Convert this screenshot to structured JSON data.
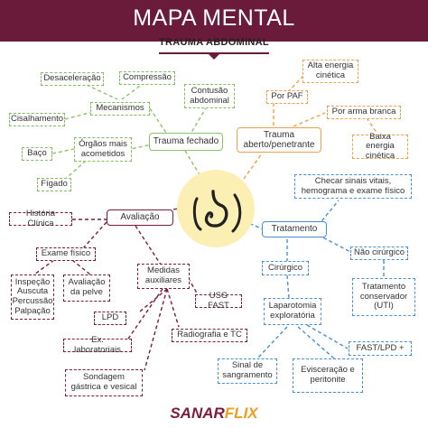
{
  "header": {
    "title": "MAPA MENTAL",
    "subtitle": "TRAUMA ABDOMINAL"
  },
  "colors": {
    "header_bg": "#6b1b3a",
    "green": "#8cc46a",
    "orange": "#f0a04b",
    "blue": "#4a8fd3",
    "maroon": "#7a1d3c",
    "center_bg": "#fbefb4"
  },
  "center": {
    "icon": "stomach-icon"
  },
  "trauma_fechado": {
    "label": "Trauma fechado",
    "mecanismos": "Mecanismos",
    "desaceleracao": "Desaceleração",
    "compressao": "Compressão",
    "cisalhamento": "Cisalhamento",
    "contusao": "Contusão\nabdominal",
    "orgaos": "Órgãos mais\nacometidos",
    "baco": "Baço",
    "figado": "Fígado"
  },
  "trauma_aberto": {
    "label": "Trauma\naberto/penetrante",
    "por_paf": "Por PAF",
    "alta_energia": "Alta energia\ncinética",
    "arma_branca": "Por arma branca",
    "baixa_energia": "Baixa energia\ncinética"
  },
  "tratamento": {
    "label": "Tratamento",
    "checar": "Checar sinais vitais,\nhemograma e exame físico",
    "nao_cirurgico": "Não cirúrgico",
    "conservador": "Tratamento\nconservador\n(UTI)",
    "cirurgico": "Cirúrgico",
    "laparotomia": "Laparotomia\nexploratória",
    "fast_lpd": "FAST/LPD +",
    "sangramento": "Sinal de\nsangramento",
    "evisceracao": "Evisceração e\nperitonite"
  },
  "avaliacao": {
    "label": "Avaliação",
    "historia": "História Clínica",
    "exame_fisico": "Exame físico",
    "inspecao": "Inspeção\nAuscuta\nPercussão\nPalpação",
    "avaliacao_pelve": "Avaliação\nda pelve",
    "medidas": "Medidas\nauxiliares",
    "usg": "USG FAST",
    "lpd": "LPD",
    "radiografia": "Radiografia e TC",
    "ex_lab": "Ex. laboratoriais",
    "sondagem": "Sondagem\ngástrica e vesical"
  },
  "footer": {
    "brand_a": "SANAR",
    "brand_b": "FLIX"
  }
}
